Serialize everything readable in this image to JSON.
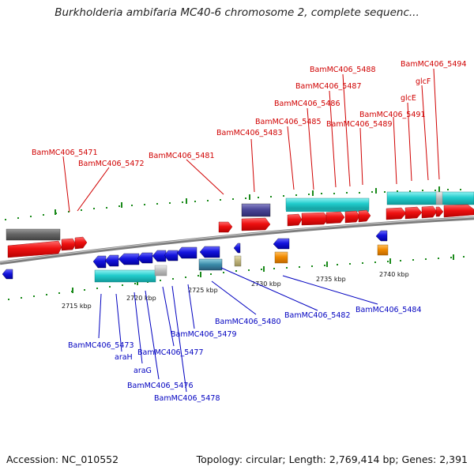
{
  "title": "Burkholderia ambifaria MC40-6 chromosome 2, complete sequenc...",
  "accession_text": "Accession: NC_010552",
  "summary_text": "Topology: circular; Length: 2,769,414 bp; Genes: 2,391",
  "colors": {
    "forward_gene": "#ee1111",
    "reverse_gene": "#1111dd",
    "rna_or_mapped": "#22cccc",
    "top_label": "#d00000",
    "bottom_label": "#0000c0",
    "backbone": "#999999"
  },
  "scale": {
    "ticks": [
      "2715 kbp",
      "2720 kbp",
      "2725 kbp",
      "2730 kbp",
      "2735 kbp",
      "2740 kbp"
    ]
  },
  "top_labels": [
    {
      "id": "t1",
      "text": "BamMC406_5471"
    },
    {
      "id": "t2",
      "text": "BamMC406_5472"
    },
    {
      "id": "t3",
      "text": "BamMC406_5481"
    },
    {
      "id": "t4",
      "text": "BamMC406_5483"
    },
    {
      "id": "t5",
      "text": "BamMC406_5485"
    },
    {
      "id": "t6",
      "text": "BamMC406_5486"
    },
    {
      "id": "t7",
      "text": "BamMC406_5487"
    },
    {
      "id": "t8",
      "text": "BamMC406_5488"
    },
    {
      "id": "t9",
      "text": "BamMC406_5489"
    },
    {
      "id": "t10",
      "text": "BamMC406_5491"
    },
    {
      "id": "t11",
      "text": "glcE"
    },
    {
      "id": "t12",
      "text": "glcF"
    },
    {
      "id": "t13",
      "text": "BamMC406_5494"
    }
  ],
  "bottom_labels": [
    {
      "id": "b1",
      "text": "BamMC406_5473"
    },
    {
      "id": "b2",
      "text": "araH"
    },
    {
      "id": "b3",
      "text": "araG"
    },
    {
      "id": "b4",
      "text": "BamMC406_5476"
    },
    {
      "id": "b5",
      "text": "BamMC406_5477"
    },
    {
      "id": "b6",
      "text": "BamMC406_5478"
    },
    {
      "id": "b7",
      "text": "BamMC406_5479"
    },
    {
      "id": "b8",
      "text": "BamMC406_5480"
    },
    {
      "id": "b9",
      "text": "BamMC406_5482"
    },
    {
      "id": "b10",
      "text": "BamMC406_5484"
    }
  ]
}
